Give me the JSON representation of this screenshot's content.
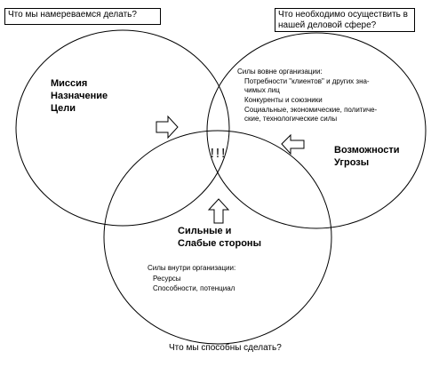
{
  "questions": {
    "top_left": "Что мы намереваемся делать?",
    "top_right_line1": "Что необходимо осуществить в",
    "top_right_line2": "нашей деловой сфере?",
    "bottom": "Что мы способны сделать?"
  },
  "left_circle": {
    "line1": "Миссия",
    "line2": "Назначение",
    "line3": "Цели"
  },
  "right_circle": {
    "forces_title": "Силы вовне организации:",
    "item1_line1": "Потребности \"клиентов\" и других зна-",
    "item1_line2": "чимых лиц",
    "item2": "Конкуренты и союзники",
    "item3_line1": "Социальные, экономические, политиче-",
    "item3_line2": "ские, технологические силы",
    "label_line1": "Возможности",
    "label_line2": "Угрозы"
  },
  "bottom_circle": {
    "label_line1": "Сильные и",
    "label_line2": "Слабые стороны",
    "forces_title": "Силы внутри организации:",
    "item1": "Ресурсы",
    "item2": "Способности, потенциал"
  },
  "center_mark": "!!!"
}
